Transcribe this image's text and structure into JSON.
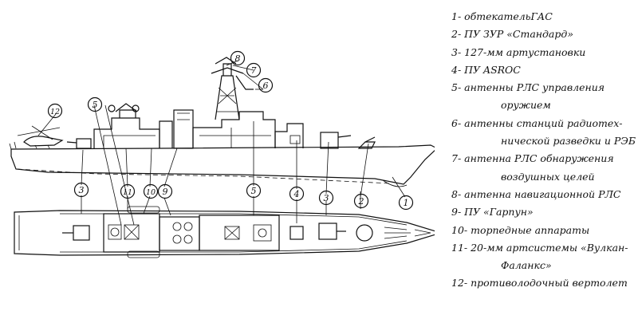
{
  "callouts": [
    "1",
    "2",
    "3",
    "4",
    "5",
    "6",
    "7",
    "8",
    "9",
    "10",
    "11",
    "12"
  ],
  "legend": [
    {
      "num": "1",
      "lines": [
        "1- обтекательГАС"
      ]
    },
    {
      "num": "2",
      "lines": [
        "2- ПУ ЗУР «Стандард»"
      ]
    },
    {
      "num": "3",
      "lines": [
        "3- 127-мм артустановки"
      ]
    },
    {
      "num": "4",
      "lines": [
        "4- ПУ ASROC"
      ]
    },
    {
      "num": "5",
      "lines": [
        "5- антенны РЛС управления",
        "оружием"
      ]
    },
    {
      "num": "6",
      "lines": [
        "6- антенны станций радиотех-",
        "нической разведки и РЭБ"
      ]
    },
    {
      "num": "7",
      "lines": [
        "7- антенна РЛС обнаружения",
        "воздушных целей"
      ]
    },
    {
      "num": "8",
      "lines": [
        "8- антенна навигационной РЛС"
      ]
    },
    {
      "num": "9",
      "lines": [
        "9- ПУ «Гарпун»"
      ]
    },
    {
      "num": "10",
      "lines": [
        "10- торпедные аппараты"
      ]
    },
    {
      "num": "11",
      "lines": [
        "11- 20-мм артсистемы «Вулкан-",
        "Фаланкс»"
      ]
    },
    {
      "num": "12",
      "lines": [
        "12- противолодочный вертолет"
      ]
    }
  ]
}
